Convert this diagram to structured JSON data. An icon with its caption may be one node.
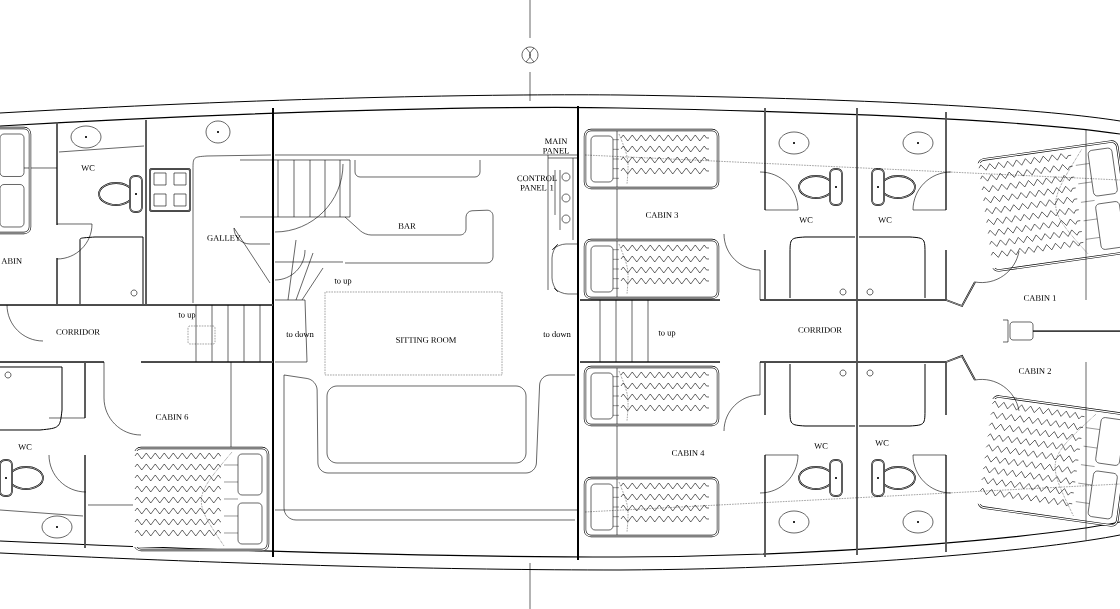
{
  "diagram": {
    "labels": [
      "MAIN PANEL",
      "WC",
      "CONTROL PANEL 1",
      "CABIN 3",
      "WC",
      "WC",
      "BAR",
      "GALLEY",
      "ABIN",
      "CABIN 1",
      "to up",
      "to up",
      "CORRIDOR",
      "to down",
      "SITTING ROOM",
      "to down",
      "to up",
      "CORRIDOR",
      "CABIN 2",
      "CABIN 6",
      "WC",
      "CABIN 4",
      "WC",
      "WC"
    ]
  }
}
